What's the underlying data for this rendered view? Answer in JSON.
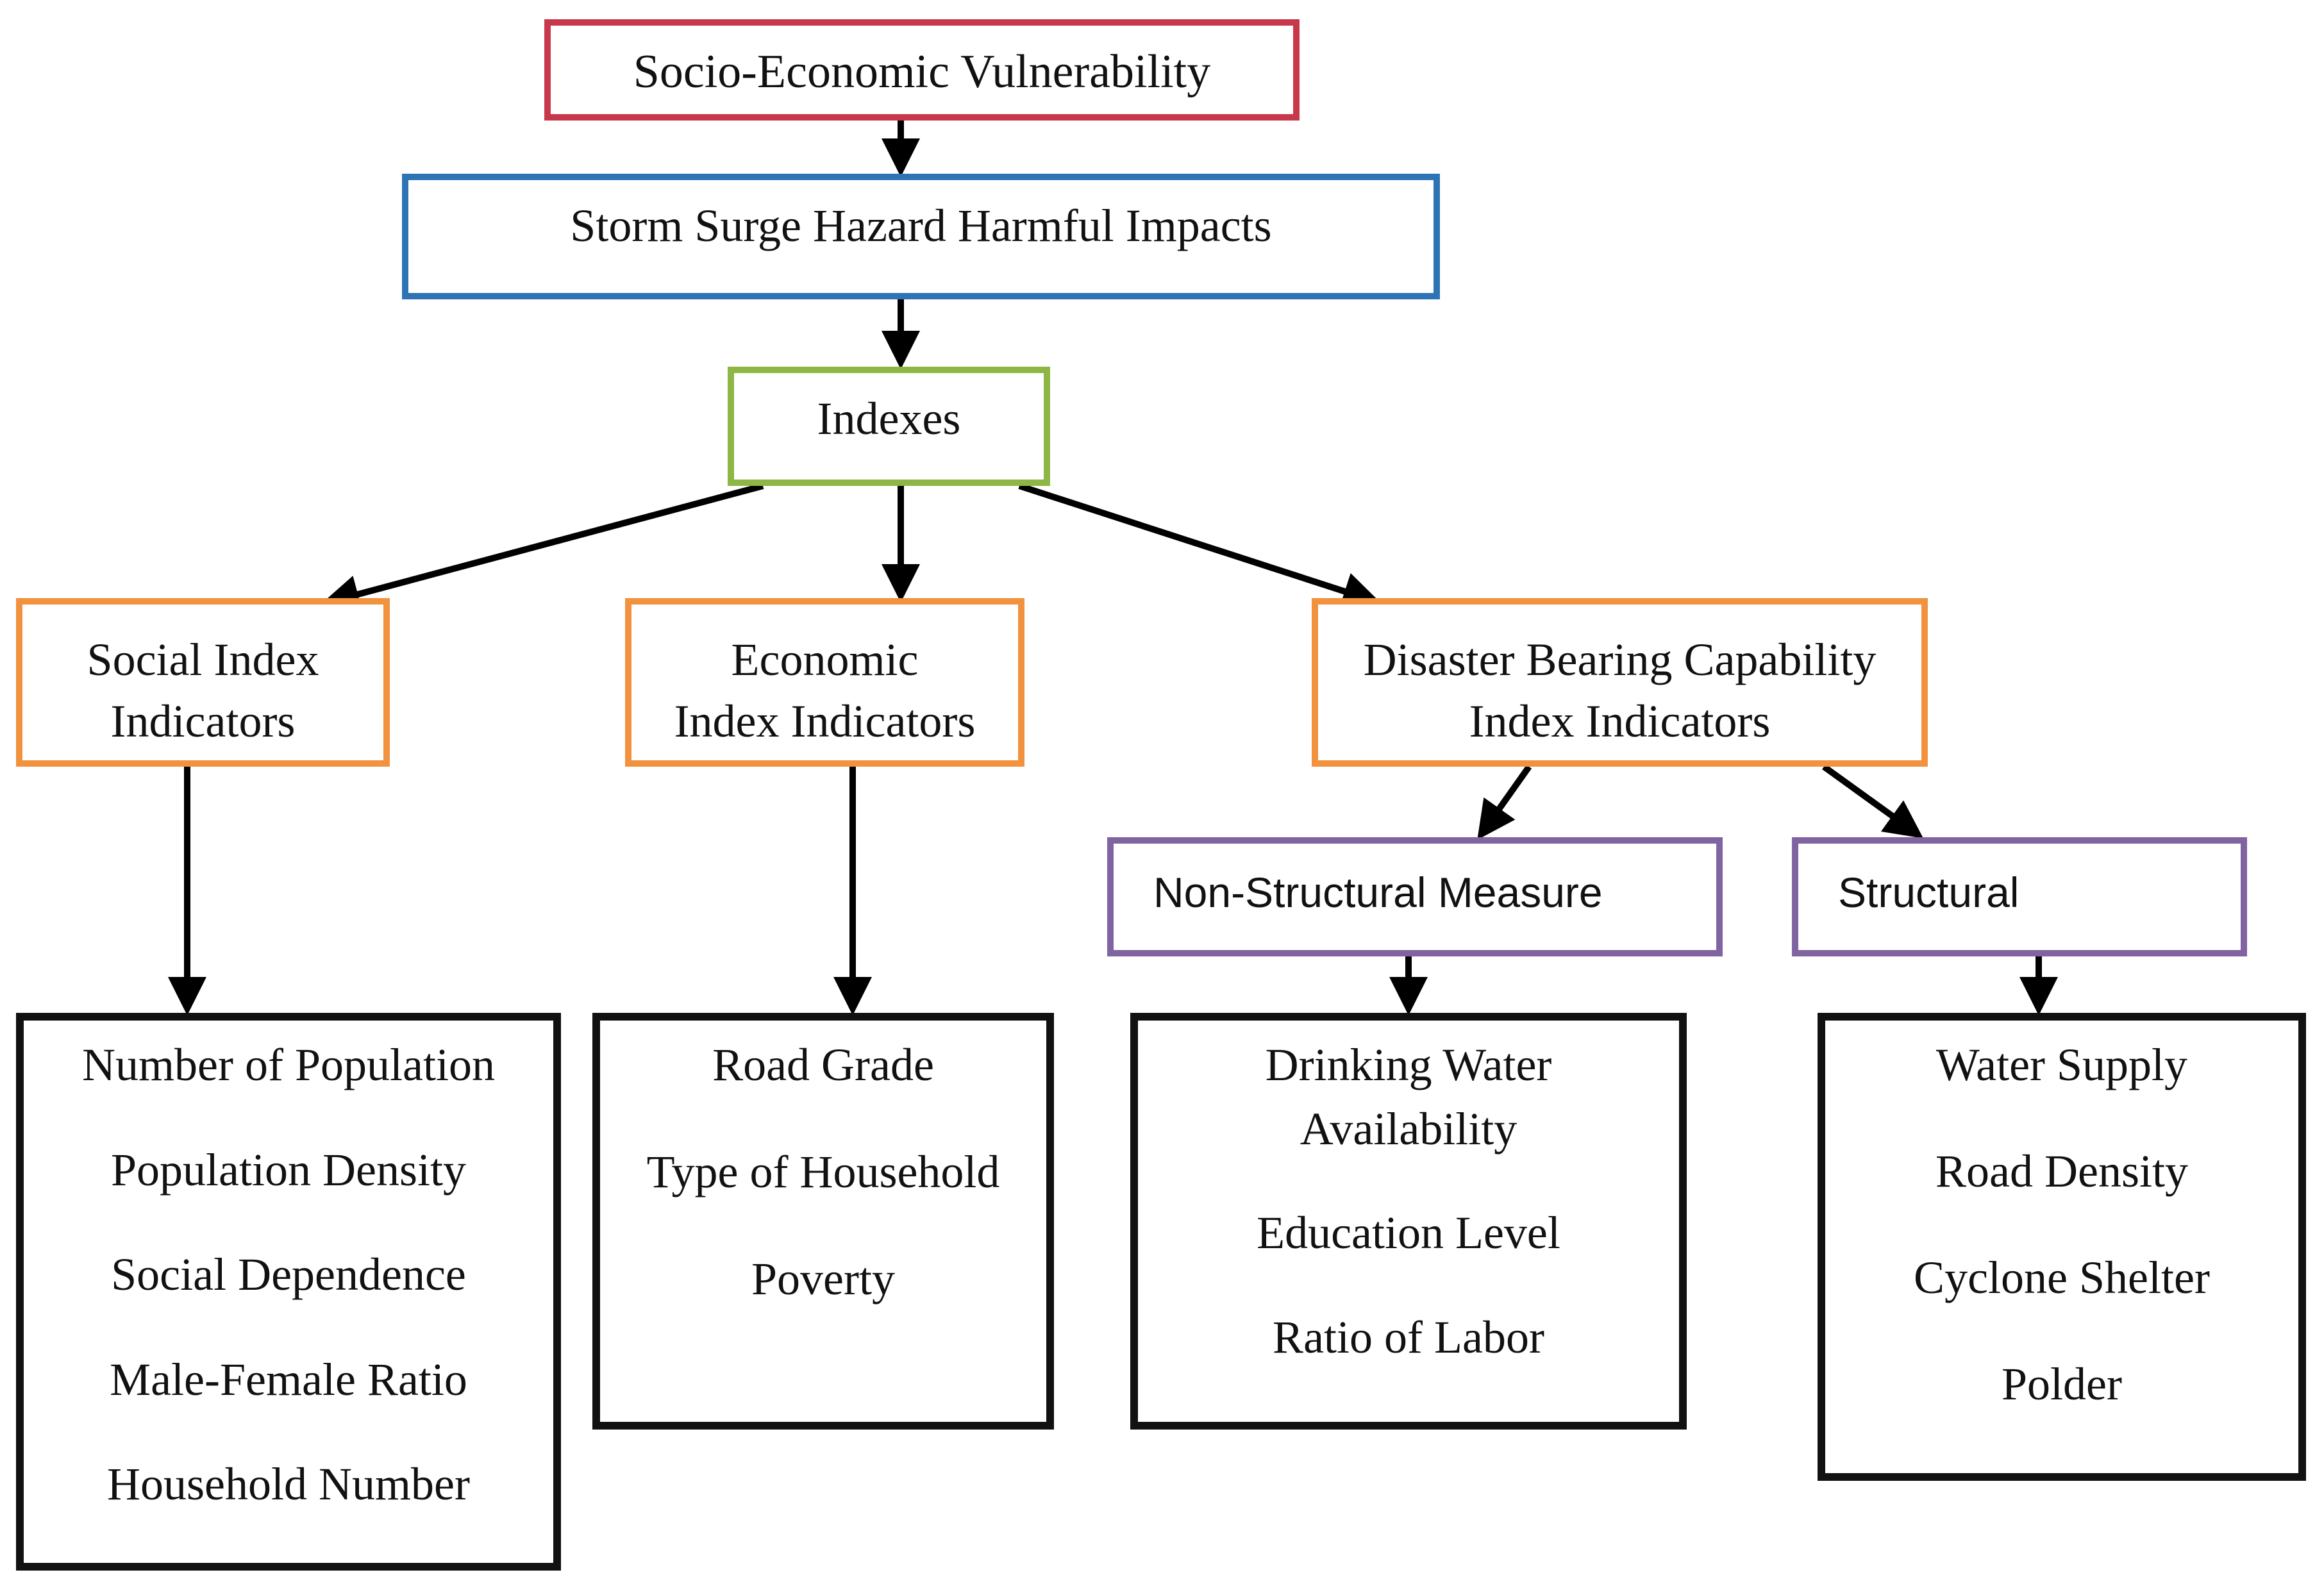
{
  "root": {
    "label": "Socio-Economic Vulnerability",
    "color": "#c8384b"
  },
  "impacts": {
    "label": "Storm Surge Hazard Harmful Impacts",
    "color": "#2e74b5"
  },
  "indexes": {
    "label": "Indexes",
    "color": "#8db645"
  },
  "categories": {
    "social": {
      "lines": [
        "Social Index",
        "Indicators"
      ],
      "color": "#f2923f"
    },
    "economic": {
      "lines": [
        "Economic",
        "Index Indicators"
      ],
      "color": "#f2923f"
    },
    "disaster": {
      "lines": [
        "Disaster Bearing Capability",
        "Index Indicators"
      ],
      "color": "#f2923f"
    }
  },
  "measures": {
    "non_structural": {
      "label": "Non-Structural Measure",
      "color": "#8064a2"
    },
    "structural": {
      "label": "Structural",
      "color": "#8064a2"
    }
  },
  "indicators": {
    "social": [
      "Number of Population",
      "Population Density",
      "Social Dependence",
      "Male-Female Ratio",
      "Household Number"
    ],
    "economic": [
      "Road Grade",
      "Type of Household",
      "Poverty"
    ],
    "non_structural": [
      "Drinking Water",
      "Availability",
      "Education Level",
      "Ratio of Labor"
    ],
    "structural": [
      "Water Supply",
      "Road Density",
      "Cyclone Shelter",
      "Polder"
    ]
  }
}
